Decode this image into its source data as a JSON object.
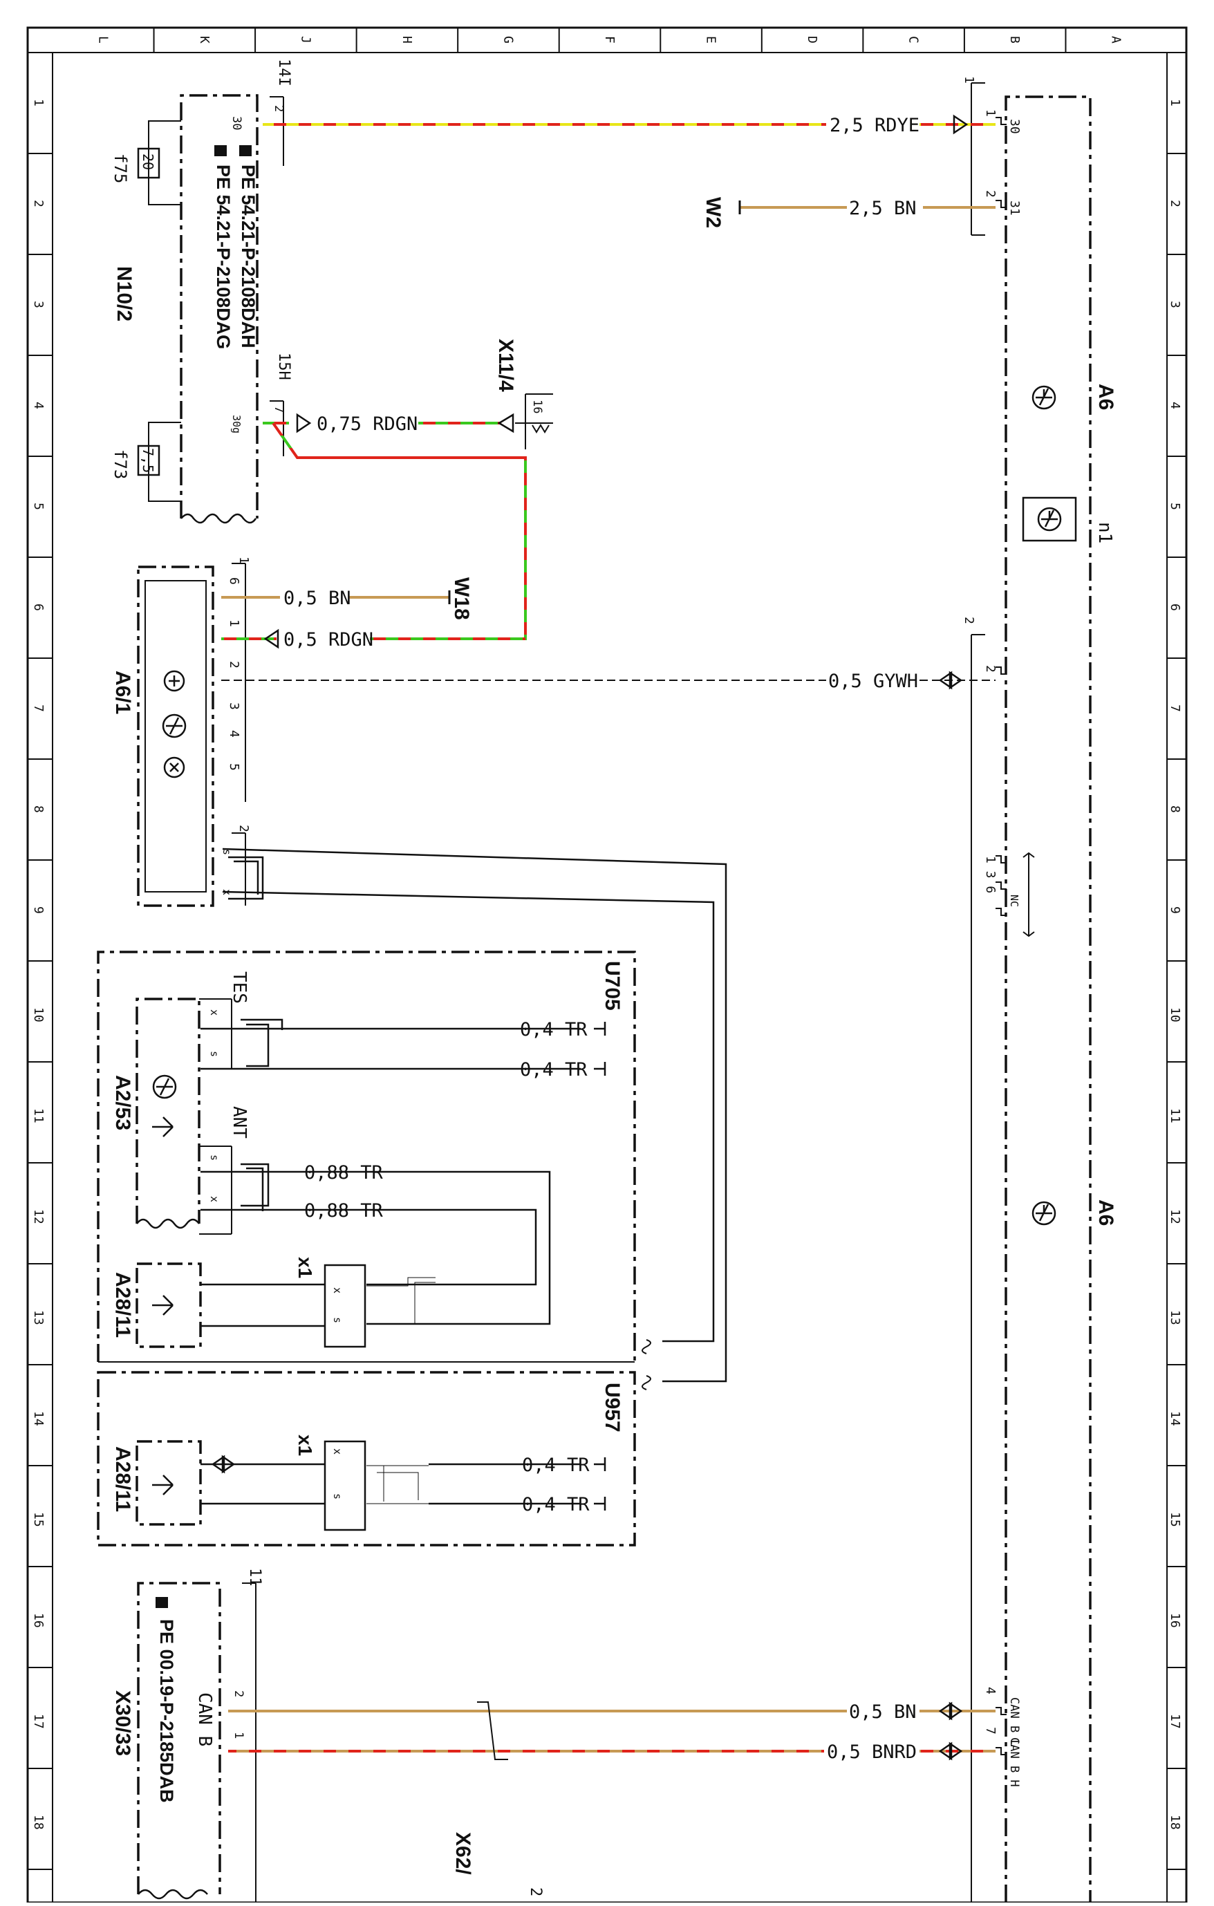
{
  "grid": {
    "columns": [
      "L",
      "K",
      "J",
      "H",
      "G",
      "F",
      "E",
      "D",
      "C",
      "B",
      "A"
    ],
    "rows": [
      "1",
      "2",
      "3",
      "4",
      "5",
      "6",
      "7",
      "8",
      "9",
      "10",
      "11",
      "12",
      "13",
      "14",
      "15",
      "16",
      "17",
      "18"
    ]
  },
  "colors": {
    "RD": "#e0241b",
    "YE": "#e8e619",
    "GN": "#3ac81e",
    "BN": "#c79a55",
    "GY": "#8f8f8f",
    "WH": "#ffffff",
    "black": "#111111"
  },
  "components": {
    "n10_2": {
      "label": "N10/2",
      "pe1": "PE 54.21-P-2108DAG",
      "pe2": "PE 54.21-P-2108DAH",
      "connector_top": "14I",
      "connector_mid": "15H"
    },
    "f75": {
      "label": "f75",
      "value": "20"
    },
    "f73": {
      "label": "f73",
      "value": "7,5"
    },
    "a6": {
      "label": "A6",
      "sub": "n1"
    },
    "a6_1": {
      "label": "A6/1"
    },
    "x11_4": {
      "label": "X11/4",
      "pin": "16"
    },
    "w2": {
      "label": "W2"
    },
    "w18": {
      "label": "W18"
    },
    "u705": {
      "label": "U705",
      "tes": "TES",
      "ant": "ANT"
    },
    "u957": {
      "label": "U957"
    },
    "a2_53": {
      "label": "A2/53"
    },
    "a28_11_a": {
      "label": "A28/11",
      "conn": "x1"
    },
    "a28_11_b": {
      "label": "A28/11",
      "conn": "x1"
    },
    "x30_33": {
      "label": "X30/33",
      "pe": "PE 00.19-P-2185DAB",
      "bus": "CAN B",
      "conn": "11"
    },
    "x62": {
      "label": "X62/",
      "pin": "2"
    }
  },
  "pins": {
    "n10_2_30": "30",
    "n10_2_30g": "30g",
    "n10_2_p2": "2",
    "n10_2_p7": "7",
    "a6_30": "30",
    "a6_31": "31",
    "a6_p1": "1",
    "a6_p2": "2",
    "a6_p2b": "2",
    "a6_c1": "1",
    "a6_c2": "2",
    "a6_can_l": "CAN B L",
    "a6_can_h": "CAN B H",
    "a6_p4": "4",
    "a6_p7": "7",
    "a6_nc": "NC",
    "a6_nc_pins": "1  3  6",
    "a6_1_p6": "6",
    "a6_1_p1": "1",
    "a6_1_p2": "2",
    "a6_1_p3": "3",
    "a6_1_p4": "4",
    "a6_1_p5": "5",
    "a6_1_c1": "1",
    "a6_1_c2": "2",
    "s": "s",
    "x": "x",
    "x30_p2": "2",
    "x30_p1": "1"
  },
  "wires": {
    "w_rdye": "2,5 RDYE",
    "w_bn_w2": "2,5 BN",
    "w_rdgn075": "0,75 RDGN",
    "w_bn05": "0,5 BN",
    "w_rdgn05": "0,5 RDGN",
    "w_gywh": "0,5 GYWH",
    "w_tr04a": "0,4 TR",
    "w_tr04b": "0,4 TR",
    "w_tr088a": "0,88 TR",
    "w_tr088b": "0,88 TR",
    "w_tr04c": "0,4 TR",
    "w_tr04d": "0,4 TR",
    "w_bn_can": "0,5 BN",
    "w_bnrd_can": "0,5 BNRD"
  }
}
